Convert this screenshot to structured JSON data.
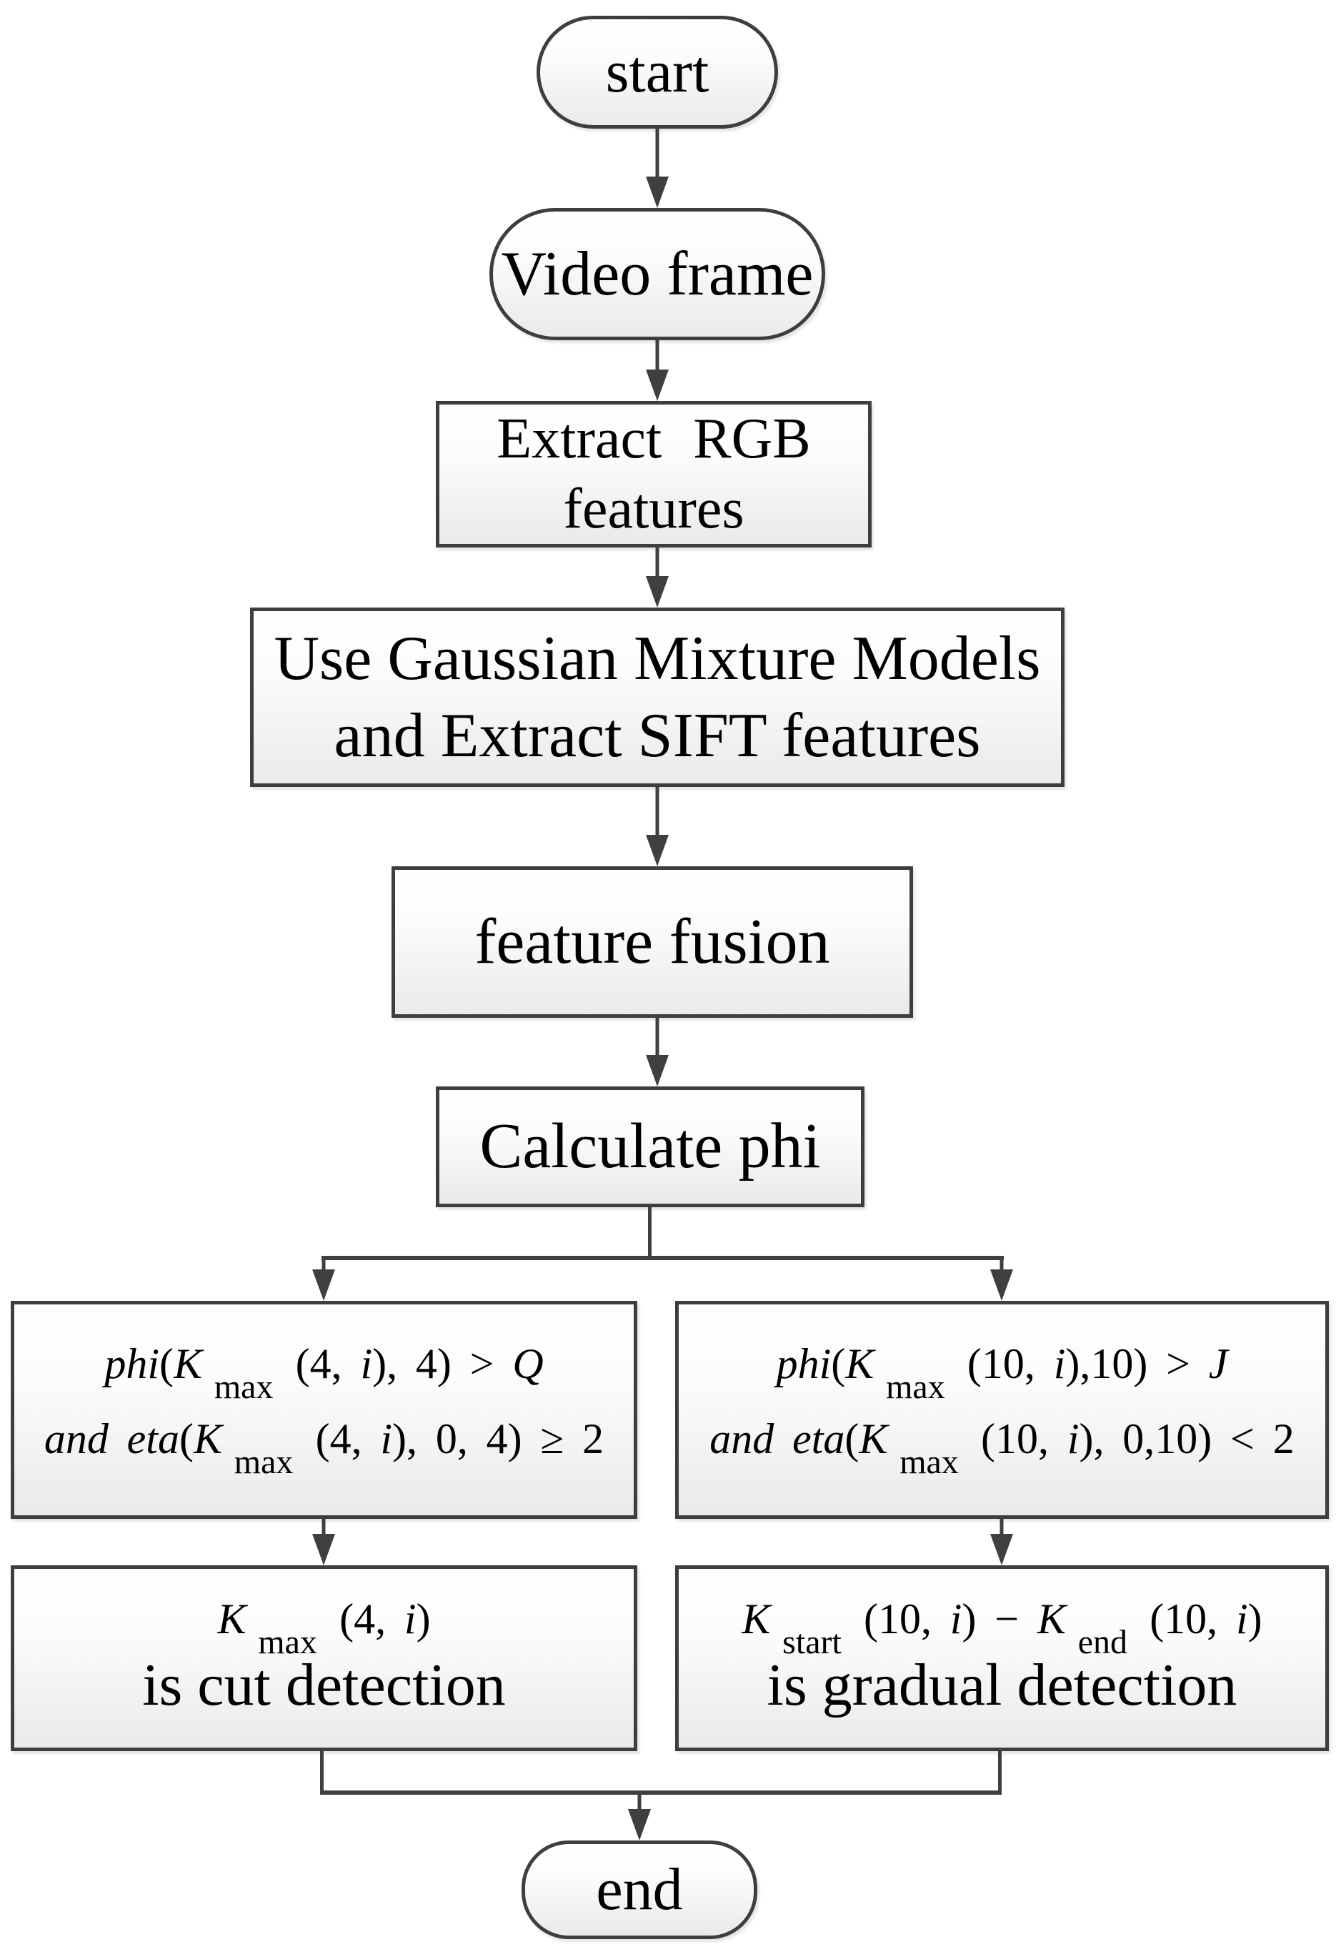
{
  "colors": {
    "node_border": "#3e3e3e",
    "arrow": "#3f3f3f",
    "node_fill_top": "#ffffff",
    "node_fill_bottom": "#eaeaea",
    "text": "#000000",
    "background": "#ffffff"
  },
  "nodes": {
    "start": {
      "label": "start"
    },
    "video_frame": {
      "label": "Video frame"
    },
    "extract_rgb": {
      "line1": "Extract  RGB",
      "line2": "features"
    },
    "gmm_sift": {
      "line1": "Use Gaussian Mixture Models",
      "line2": "and Extract SIFT features"
    },
    "feature_fusion": {
      "label": "feature fusion"
    },
    "calculate_phi": {
      "label": "Calculate phi"
    },
    "cut_condition": {
      "line1": [
        {
          "style": "it",
          "text": "phi"
        },
        {
          "style": "pl",
          "text": "("
        },
        {
          "style": "it",
          "text": "K"
        },
        {
          "style": "sub",
          "text": "max"
        },
        {
          "style": "pl",
          "text": "(4, "
        },
        {
          "style": "it",
          "text": "i"
        },
        {
          "style": "pl",
          "text": "), 4) > "
        },
        {
          "style": "it",
          "text": "Q"
        }
      ],
      "line2": [
        {
          "style": "it",
          "text": "and eta"
        },
        {
          "style": "pl",
          "text": "("
        },
        {
          "style": "it",
          "text": "K"
        },
        {
          "style": "sub",
          "text": "max"
        },
        {
          "style": "pl",
          "text": "(4, "
        },
        {
          "style": "it",
          "text": "i"
        },
        {
          "style": "pl",
          "text": "), 0, 4) ≥ 2"
        }
      ]
    },
    "gradual_condition": {
      "line1": [
        {
          "style": "it",
          "text": "phi"
        },
        {
          "style": "pl",
          "text": "("
        },
        {
          "style": "it",
          "text": "K"
        },
        {
          "style": "sub",
          "text": "max"
        },
        {
          "style": "pl",
          "text": "(10, "
        },
        {
          "style": "it",
          "text": "i"
        },
        {
          "style": "pl",
          "text": "),10) > "
        },
        {
          "style": "it",
          "text": "J"
        }
      ],
      "line2": [
        {
          "style": "it",
          "text": "and eta"
        },
        {
          "style": "pl",
          "text": "("
        },
        {
          "style": "it",
          "text": "K"
        },
        {
          "style": "sub",
          "text": "max"
        },
        {
          "style": "pl",
          "text": "(10, "
        },
        {
          "style": "it",
          "text": "i"
        },
        {
          "style": "pl",
          "text": "), 0,10) < 2"
        }
      ]
    },
    "cut_result": {
      "formula": [
        {
          "style": "it",
          "text": "K"
        },
        {
          "style": "sub",
          "text": "max"
        },
        {
          "style": "pl",
          "text": "(4, "
        },
        {
          "style": "it",
          "text": "i"
        },
        {
          "style": "pl",
          "text": ")"
        }
      ],
      "label": "is cut detection"
    },
    "gradual_result": {
      "formula": [
        {
          "style": "it",
          "text": "K"
        },
        {
          "style": "sub",
          "text": "start"
        },
        {
          "style": "pl",
          "text": "(10, "
        },
        {
          "style": "it",
          "text": "i"
        },
        {
          "style": "pl",
          "text": ") − "
        },
        {
          "style": "it",
          "text": "K"
        },
        {
          "style": "sub",
          "text": "end"
        },
        {
          "style": "pl",
          "text": "(10, "
        },
        {
          "style": "it",
          "text": "i"
        },
        {
          "style": "pl",
          "text": ")"
        }
      ],
      "label": "is gradual detection"
    },
    "end": {
      "label": "end"
    }
  }
}
